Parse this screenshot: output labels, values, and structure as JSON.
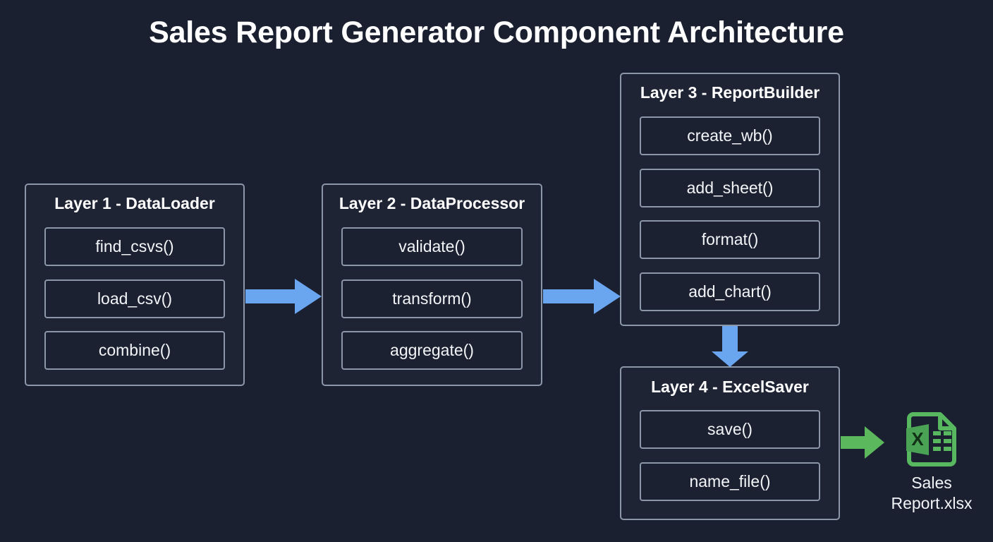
{
  "diagram": {
    "title": "Sales Report Generator Component Architecture",
    "background_color": "#1a2030",
    "box_border_color": "#8b96a8",
    "text_color": "#ffffff",
    "flow_arrow_color": "#6aa6f0",
    "output_arrow_color": "#5cb85c",
    "excel_green": "#57b85f"
  },
  "layers": [
    {
      "id": "layer-1",
      "title": "Layer 1 - DataLoader",
      "methods": [
        {
          "label": "find_csvs()"
        },
        {
          "label": "load_csv()"
        },
        {
          "label": "combine()"
        }
      ]
    },
    {
      "id": "layer-2",
      "title": "Layer 2 - DataProcessor",
      "methods": [
        {
          "label": "validate()"
        },
        {
          "label": "transform()"
        },
        {
          "label": "aggregate()"
        }
      ]
    },
    {
      "id": "layer-3",
      "title": "Layer 3 - ReportBuilder",
      "methods": [
        {
          "label": "create_wb()"
        },
        {
          "label": "add_sheet()"
        },
        {
          "label": "format()"
        },
        {
          "label": "add_chart()"
        }
      ]
    },
    {
      "id": "layer-4",
      "title": "Layer 4 - ExcelSaver",
      "methods": [
        {
          "label": "save()"
        },
        {
          "label": "name_file()"
        }
      ]
    }
  ],
  "arrows": [
    {
      "id": "arrow-l1-l2",
      "icon": "arrow-right-icon",
      "from": "layer-1",
      "to": "layer-2",
      "color": "#6aa6f0",
      "direction": "right"
    },
    {
      "id": "arrow-l2-l3",
      "icon": "arrow-right-icon",
      "from": "layer-2",
      "to": "layer-3",
      "color": "#6aa6f0",
      "direction": "right"
    },
    {
      "id": "arrow-l3-l4",
      "icon": "arrow-down-icon",
      "from": "layer-3",
      "to": "layer-4",
      "color": "#6aa6f0",
      "direction": "down"
    },
    {
      "id": "arrow-l4-file",
      "icon": "arrow-right-icon",
      "from": "layer-4",
      "to": "excel-output",
      "color": "#5cb85c",
      "direction": "right"
    }
  ],
  "output": {
    "icon": "excel-file-icon",
    "icon_letter": "X",
    "filename": "Sales Report.xlsx"
  }
}
